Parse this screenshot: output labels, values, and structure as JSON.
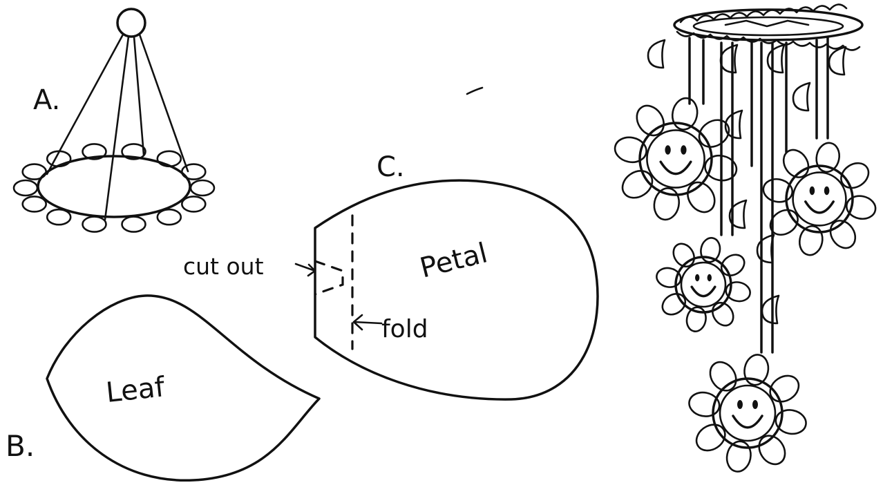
{
  "labels": {
    "a": "A.",
    "b": "B.",
    "c": "C.",
    "leaf": "Leaf",
    "petal": "Petal",
    "cut_out": "cut out",
    "fold": "fold"
  },
  "counts": {
    "petals_per_flower": 8
  }
}
